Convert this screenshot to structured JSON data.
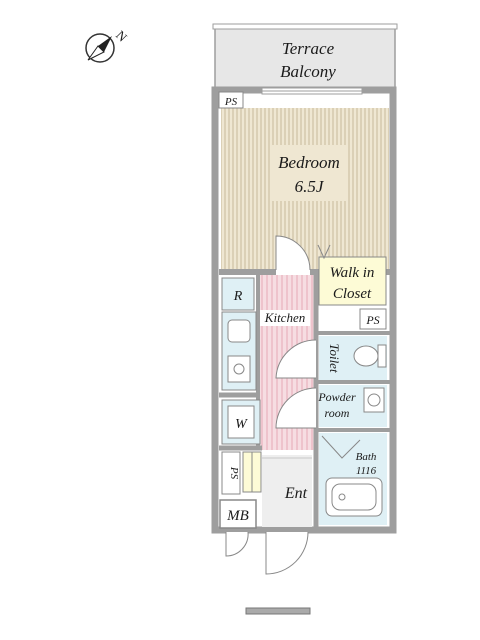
{
  "compass": {
    "north_label": "N",
    "icon": "compass-icon"
  },
  "rooms": {
    "terrace_line1": "Terrace",
    "terrace_line2": "Balcony",
    "bedroom": "Bedroom",
    "bedroom_size": "6.5J",
    "walk_in_line1": "Walk in",
    "walk_in_line2": "Closet",
    "kitchen": "Kitchen",
    "toilet": "Toilet",
    "powder_line1": "Powder",
    "powder_line2": "room",
    "bath": "Bath",
    "bath_size": "1116",
    "entrance": "Ent"
  },
  "fixtures": {
    "ps_top": "PS",
    "ps_closet": "PS",
    "ps_lower": "PS",
    "refrigerator": "R",
    "washer": "W",
    "meter_box": "MB"
  },
  "colors": {
    "wall": "#9e9e9e",
    "bedroom_floor": "#efe7d2",
    "bedroom_stripe": "#c7b99a",
    "kitchen_floor": "#f6dde2",
    "kitchen_stripe": "#e6a9b5",
    "wet_area": "#dff0f5",
    "closet": "#fdfbd6",
    "balcony": "#e7e7e7"
  }
}
